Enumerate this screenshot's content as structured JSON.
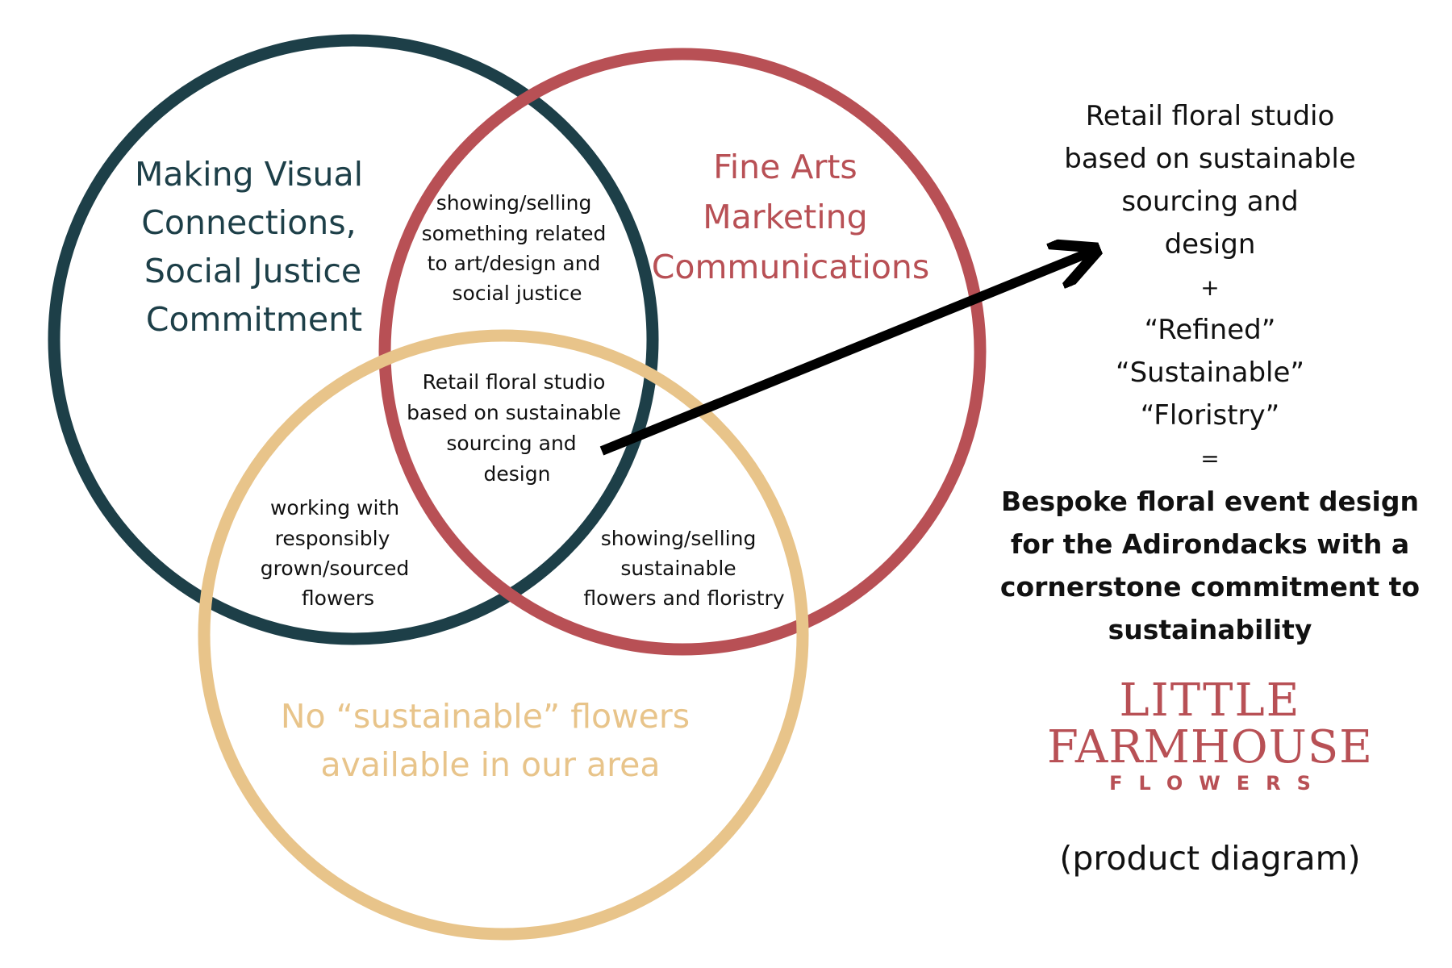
{
  "colors": {
    "teal": "#1d3f48",
    "red": "#b85055",
    "gold": "#e8c48a",
    "arrow": "#000000"
  },
  "circles": {
    "teal_title": [
      "Making Visual",
      "Connections,",
      "Social Justice",
      "Commitment"
    ],
    "red_title": [
      "Fine Arts",
      "Marketing",
      "Communications"
    ],
    "gold_title": [
      "No “sustainable” flowers",
      "available in our area"
    ]
  },
  "regions": {
    "teal_red": [
      "showing/selling",
      "something related",
      "to art/design and",
      "social justice"
    ],
    "center": [
      "Retail floral studio",
      "based on sustainable",
      "sourcing and",
      "design"
    ],
    "teal_gold": [
      "working with",
      "responsibly",
      "grown/sourced",
      "flowers"
    ],
    "red_gold": [
      "showing/selling",
      "sustainable",
      "flowers and floristry"
    ]
  },
  "panel": {
    "lines": [
      "Retail floral studio",
      "based on sustainable",
      "sourcing and",
      "design"
    ],
    "plus": "+",
    "terms": [
      "“Refined”",
      "“Sustainable”",
      "“Floristry”"
    ],
    "equals": "=",
    "result": [
      "Bespoke floral event design",
      "for the Adirondacks with a",
      "cornerstone commitment to",
      "sustainability"
    ]
  },
  "logo": {
    "line1": "LITTLE",
    "line2": "FARMHOUSE",
    "line3": "FLOWERS"
  },
  "caption": "(product diagram)"
}
